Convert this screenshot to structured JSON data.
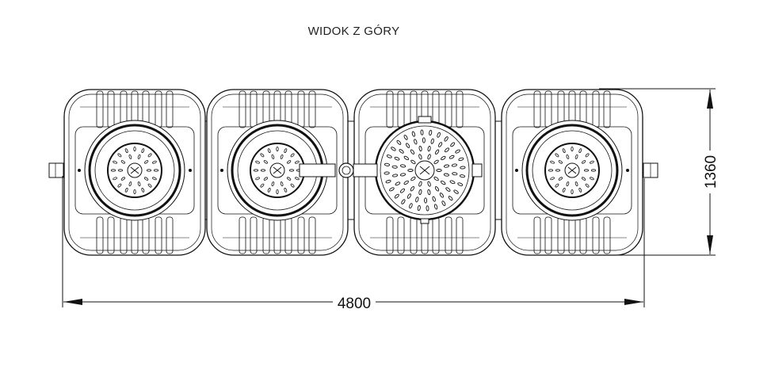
{
  "title": "WIDOK Z GÓRY",
  "dimensions": {
    "width_label": "4800",
    "height_label": "1360"
  },
  "modules": [
    {
      "cover": "small-logo"
    },
    {
      "cover": "small-logo"
    },
    {
      "cover": "large-perforated"
    },
    {
      "cover": "small-logo"
    }
  ],
  "colors": {
    "line": "#111111",
    "background": "#ffffff"
  }
}
